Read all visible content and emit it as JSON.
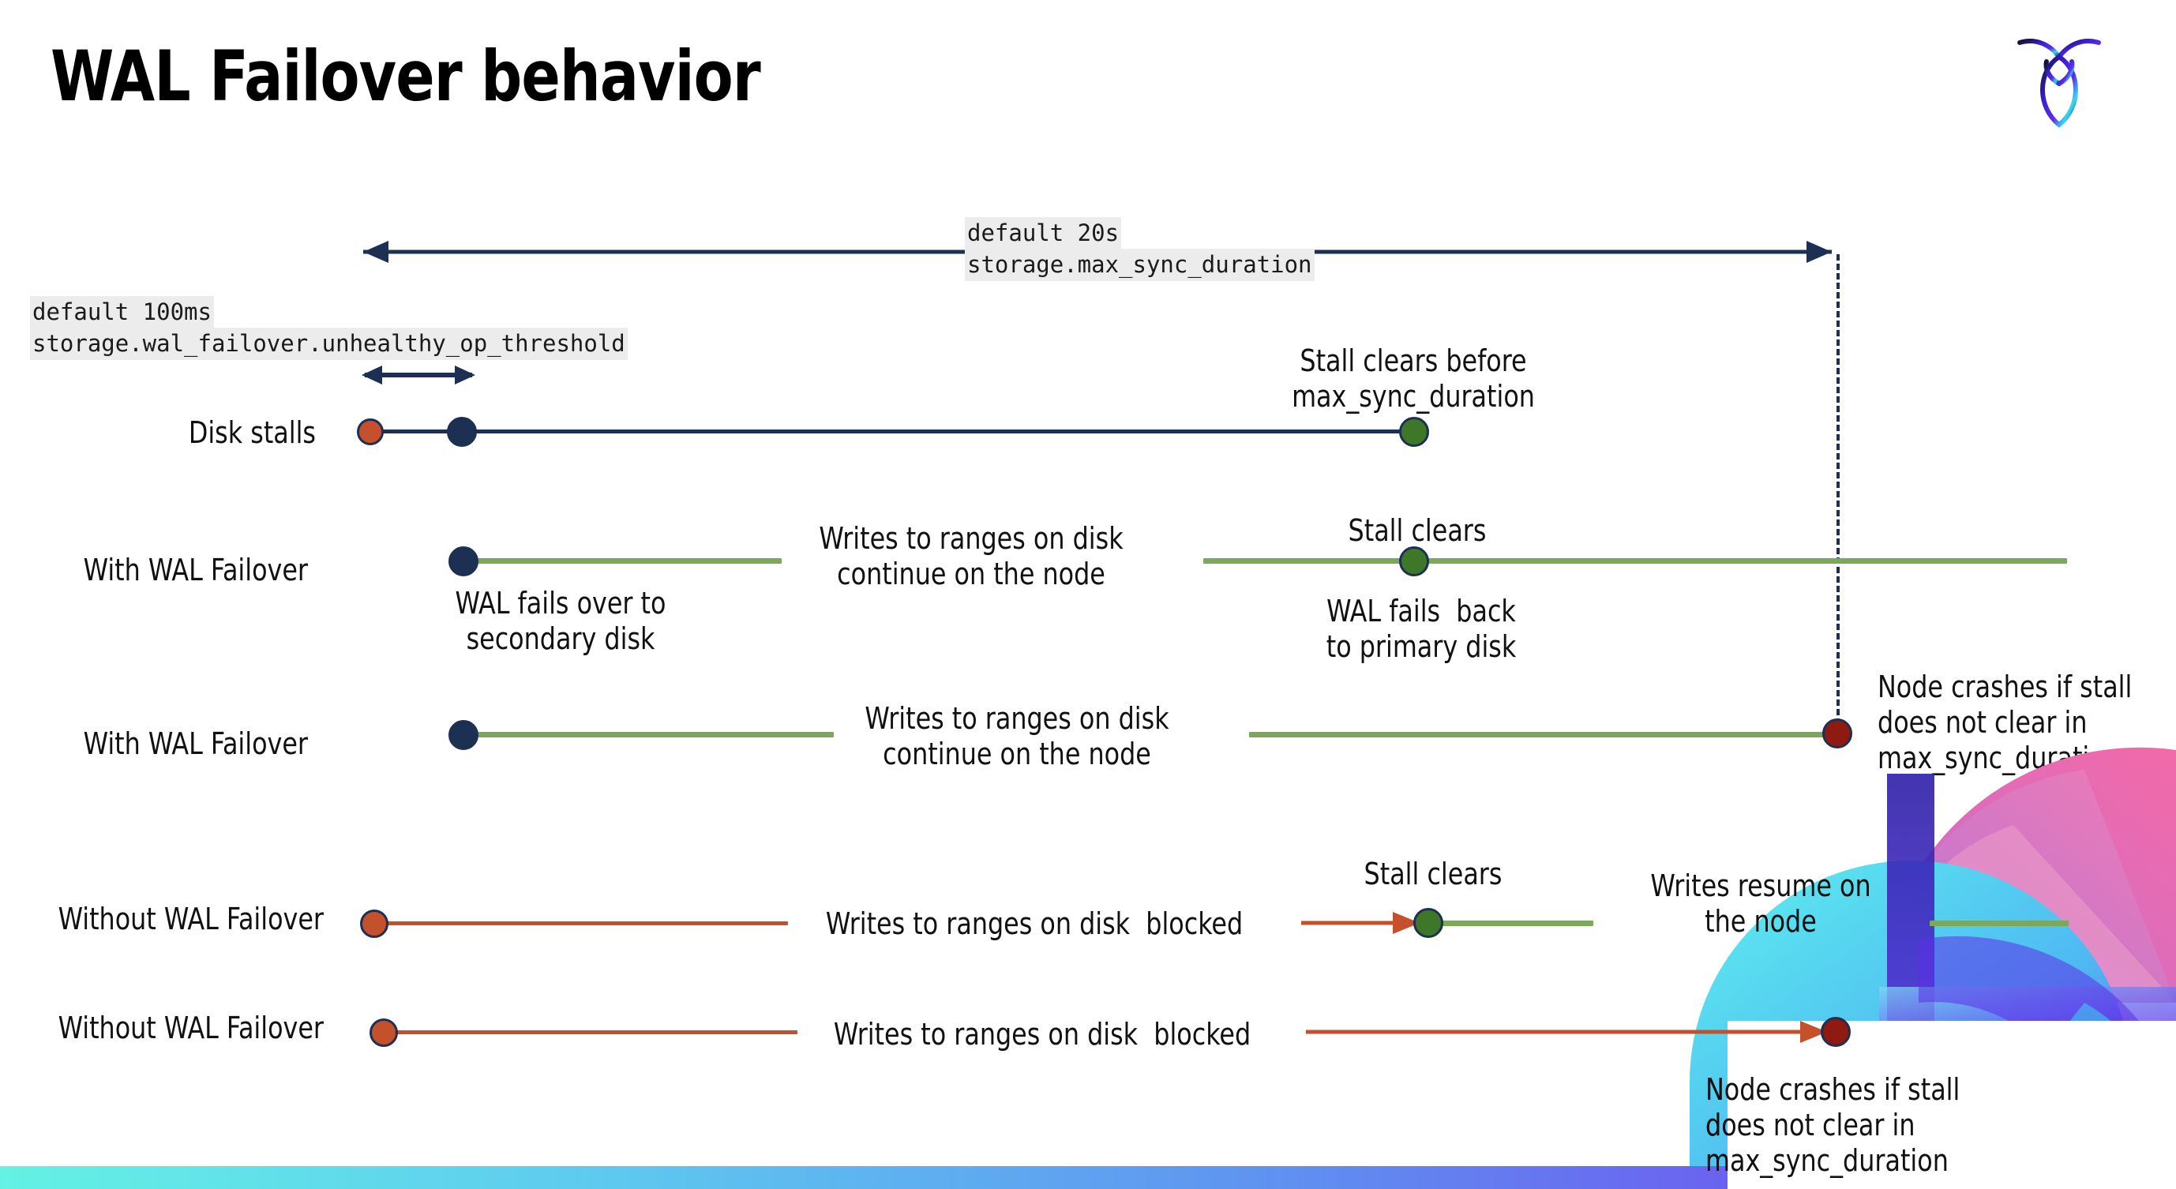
{
  "slide": {
    "title": "WAL Failover behavior",
    "logo_icon": "cockroachdb-logo-icon",
    "background": "#ffffff",
    "bottom_bar_gradient": [
      "#63f2e4",
      "#5ec9ef",
      "#5f93f0",
      "#6c5cf0",
      "#5a3df0"
    ]
  },
  "colors": {
    "navy": "#1d2f52",
    "green_line": "#7aa95c",
    "green_dot": "#3f7729",
    "orange": "#c4512b",
    "red_dot": "#8e1a12",
    "code_bg": "#ececec"
  },
  "annotations": {
    "max_sync_duration": {
      "default_label": "default 20s",
      "setting_name": "storage.max_sync_duration"
    },
    "unhealthy_op_threshold": {
      "default_label": "default 100ms",
      "setting_name": "storage.wal_failover.unhealthy_op_threshold"
    }
  },
  "rows": [
    {
      "id": "disk-stalls",
      "label": "Disk stalls",
      "markers": [
        "stall-start-orange-dot",
        "unhealthy-threshold-navy-dot",
        "stall-clears-green-dot"
      ],
      "callouts": [
        "Stall clears before\nmax_sync_duration"
      ]
    },
    {
      "id": "with-wal-failover-clears",
      "label": "With WAL Failover",
      "markers": [
        "failover-navy-dot",
        "stall-clears-green-dot"
      ],
      "callouts": [
        "WAL fails over to\nsecondary disk",
        "Writes to ranges on disk\ncontinue on the node",
        "Stall clears",
        "WAL fails  back\nto primary disk"
      ]
    },
    {
      "id": "with-wal-failover-crash",
      "label": "With WAL Failover",
      "markers": [
        "failover-navy-dot",
        "node-crash-red-dot"
      ],
      "callouts": [
        "Writes to ranges on disk\ncontinue on the node",
        "Node crashes if stall\ndoes not clear in\nmax_sync_duration"
      ]
    },
    {
      "id": "without-wal-failover-clears",
      "label": "Without WAL Failover",
      "markers": [
        "stall-start-orange-dot",
        "stall-clears-green-dot"
      ],
      "callouts": [
        "Writes to ranges on disk  blocked",
        "Stall clears",
        "Writes resume on\nthe node"
      ]
    },
    {
      "id": "without-wal-failover-crash",
      "label": "Without WAL Failover",
      "markers": [
        "stall-start-orange-dot",
        "node-crash-red-dot"
      ],
      "callouts": [
        "Writes to ranges on disk  blocked",
        "Node crashes if stall\ndoes not clear in\nmax_sync_duration"
      ]
    }
  ],
  "labels": {
    "disk_stalls": "Disk stalls",
    "with_wal_failover_1": "With WAL Failover",
    "with_wal_failover_2": "With WAL Failover",
    "without_wal_failover_1": "Without WAL Failover",
    "without_wal_failover_2": "Without WAL Failover",
    "stall_clears_before_max_sync": "Stall clears before\nmax_sync_duration",
    "wal_fails_over_secondary": "WAL fails over to\nsecondary disk",
    "writes_continue_1": "Writes to ranges on disk\ncontinue on the node",
    "stall_clears_r2": "Stall clears",
    "wal_fails_back_primary": "WAL fails  back\nto primary disk",
    "writes_continue_2": "Writes to ranges on disk\ncontinue on the node",
    "node_crashes_r3": "Node crashes if stall\ndoes not clear in\nmax_sync_duration",
    "writes_blocked_1": "Writes to ranges on disk  blocked",
    "stall_clears_r4": "Stall clears",
    "writes_resume": "Writes resume on\nthe node",
    "writes_blocked_2": "Writes to ranges on disk  blocked",
    "node_crashes_r5": "Node crashes if stall\ndoes not clear in\nmax_sync_duration"
  }
}
